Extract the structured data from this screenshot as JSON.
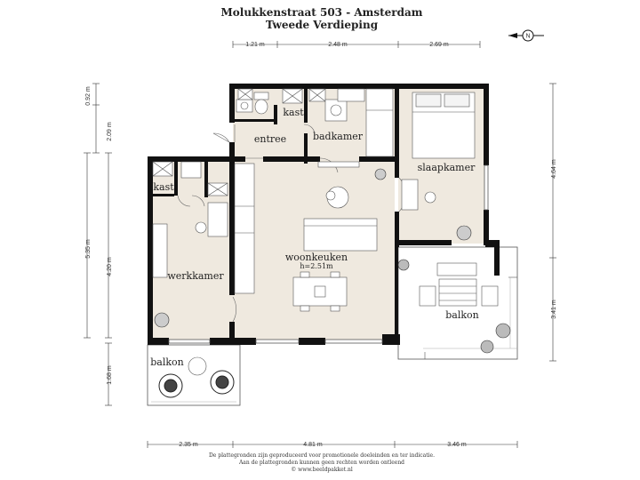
{
  "header": {
    "title": "Molukkenstraat 503 - Amsterdam",
    "subtitle": "Tweede Verdieping"
  },
  "compass": {
    "label": "N"
  },
  "rooms": {
    "entree": "entree",
    "kast_entree": "kast",
    "badkamer": "badkamer",
    "slaapkamer": "slaapkamer",
    "kast_werk": "kast",
    "werkkamer": "werkkamer",
    "woonkeuken": "woonkeuken",
    "woonkeuken_height": "h=2.51m",
    "balkon_right": "balkon",
    "balkon_left": "balkon"
  },
  "dimensions": {
    "top": [
      "1.21 m",
      "2.48 m",
      "2.69 m"
    ],
    "bottom": [
      "2.35 m",
      "4.81 m",
      "3.46 m"
    ],
    "left": [
      "0.92 m",
      "2.09 m",
      "5.35 m",
      "4.20 m",
      "1.68 m"
    ],
    "right": [
      "4.64 m",
      "3.41 m"
    ]
  },
  "footer": {
    "line1": "De plattegronden zijn geproduceerd voor promotionele doeleinden en ter indicatie.",
    "line2": "Aan de plattegronden kunnen geen rechten worden ontleend",
    "line3": "© www.beeldpakket.nl"
  },
  "colors": {
    "wall": "#111111",
    "floor": "#efe9df",
    "balcony": "#ffffff",
    "dimension": "#333333"
  }
}
